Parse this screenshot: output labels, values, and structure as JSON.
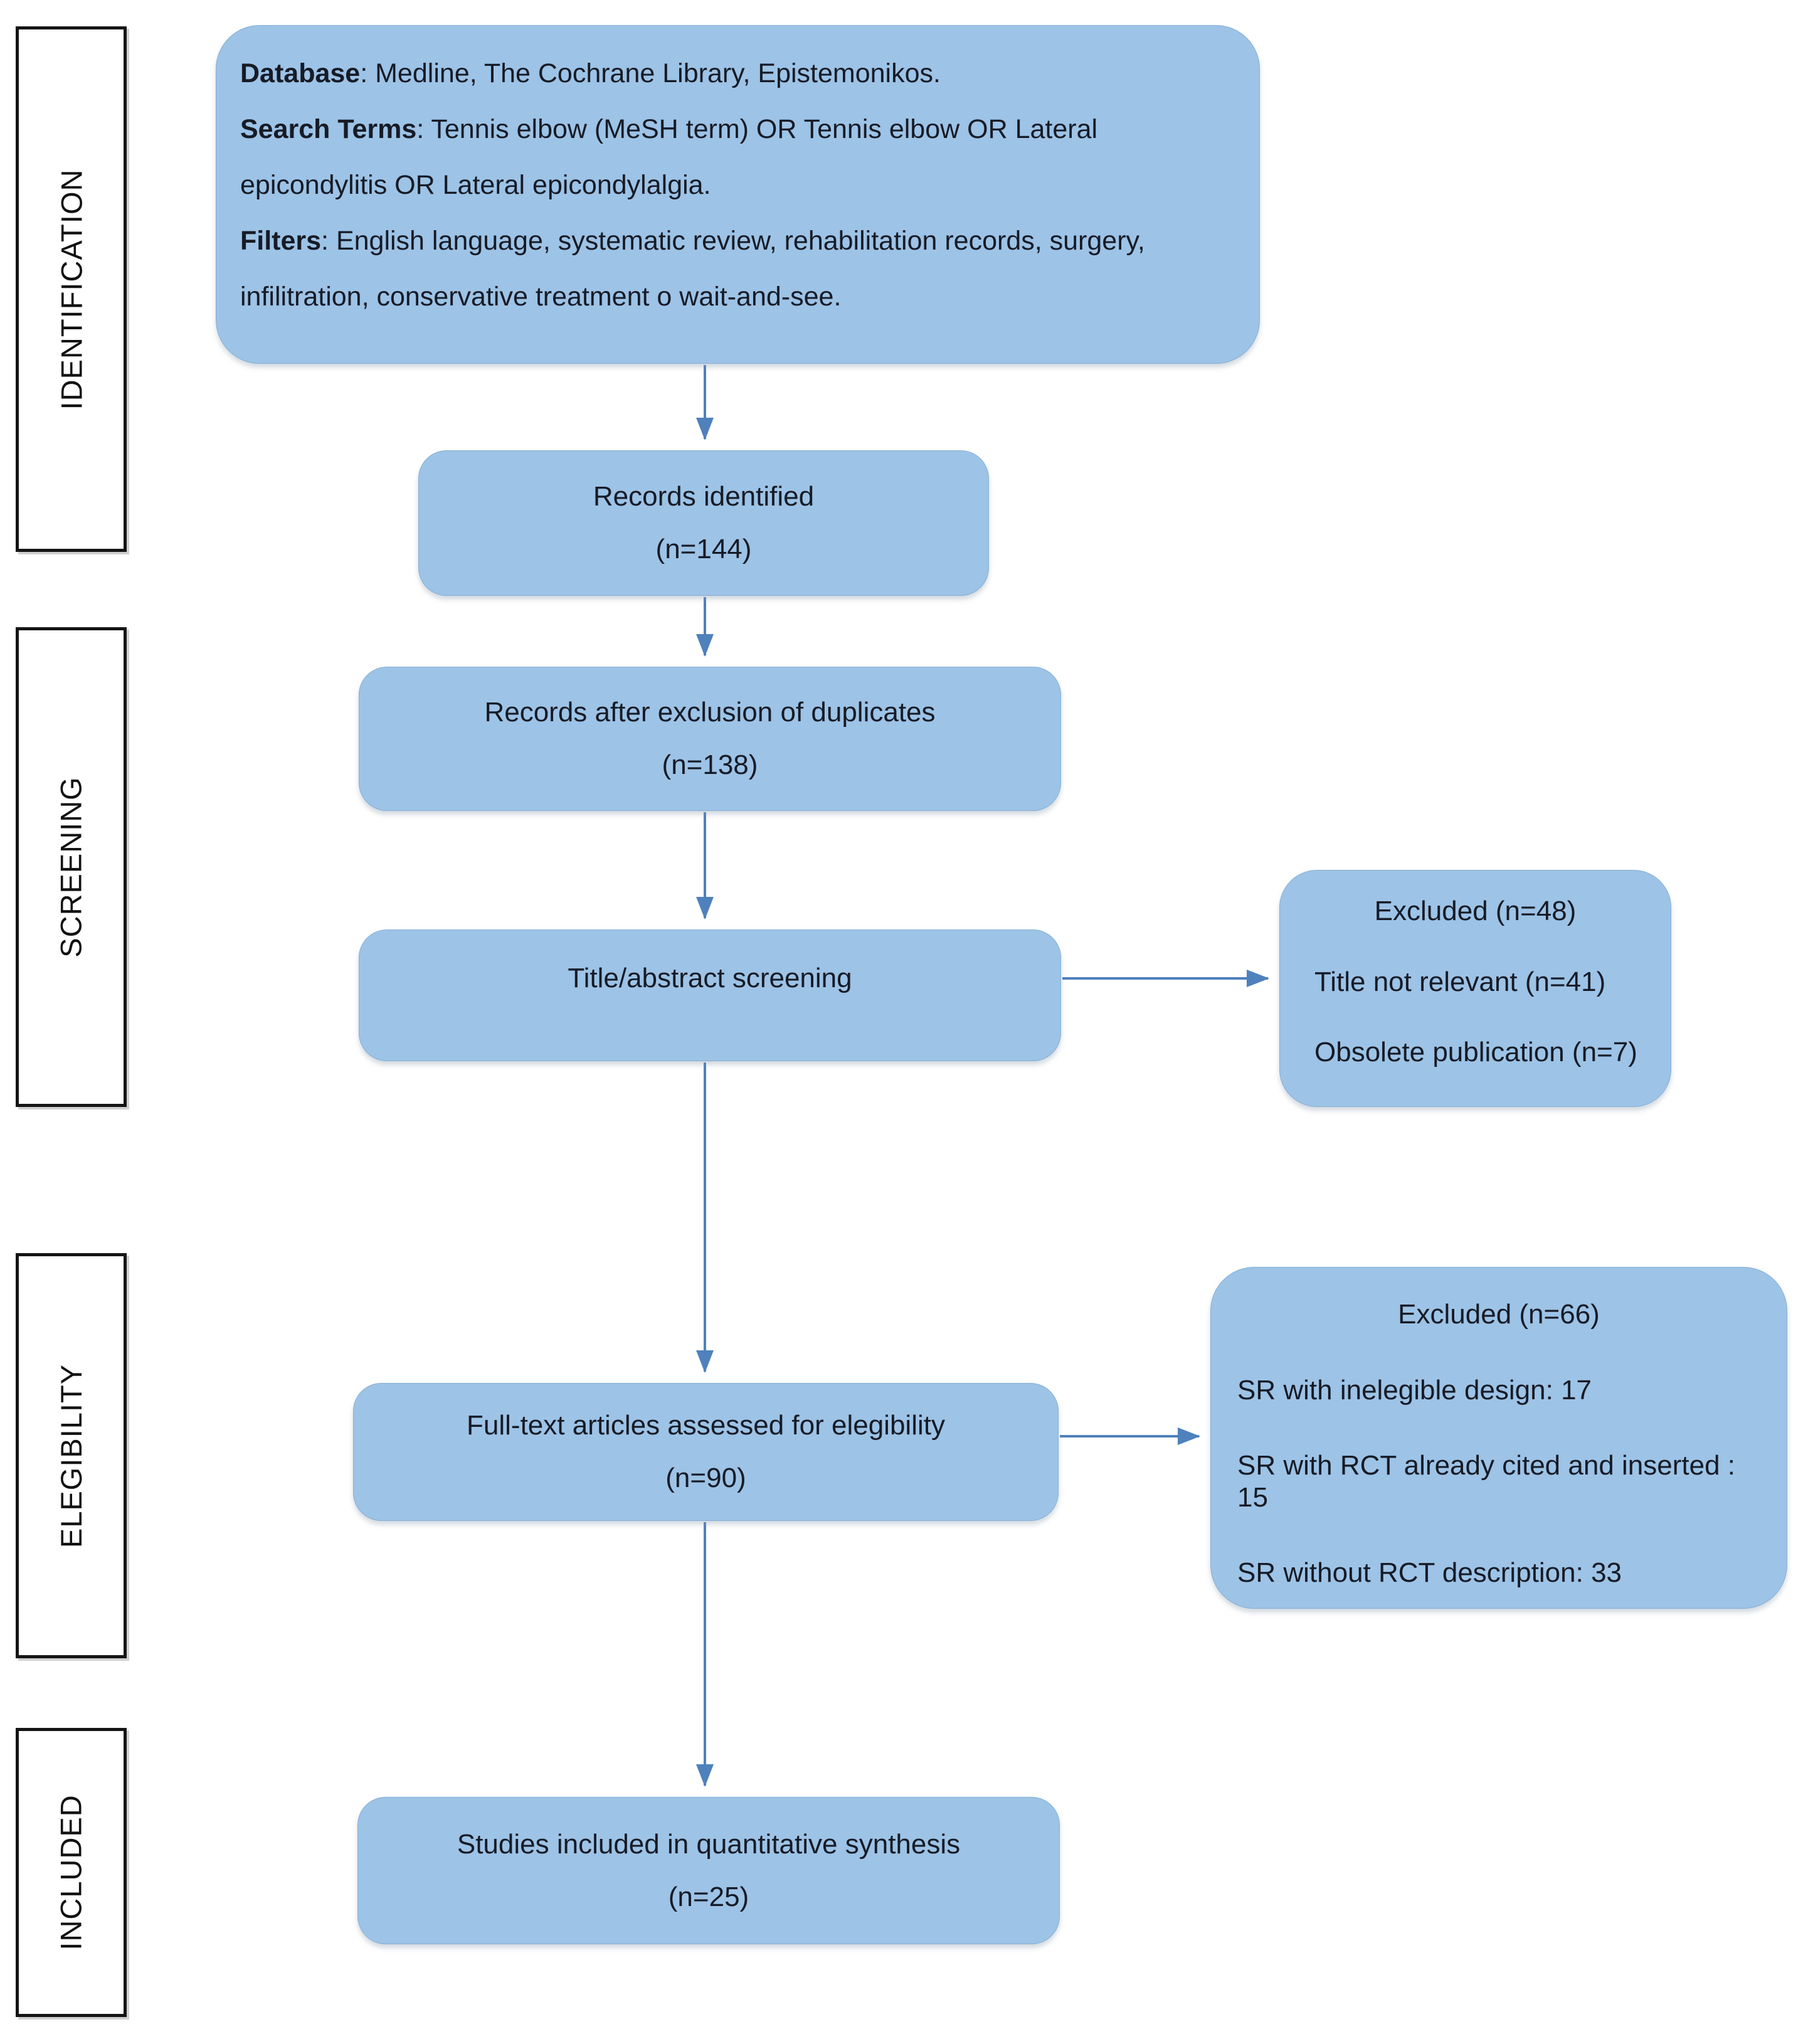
{
  "palette": {
    "box_fill": "#9DC3E6",
    "arrow": "#4F81BD",
    "stage_border": "#151515",
    "text": "#161b26"
  },
  "sidebar": {
    "stages": [
      {
        "label": "IDENTIFICATION"
      },
      {
        "label": "SCREENING"
      },
      {
        "label": "ELEGIBILITY"
      },
      {
        "label": "INCLUDED"
      }
    ]
  },
  "flow": {
    "search_strategy": {
      "database_label": "Database",
      "database_text": ": Medline, The Cochrane Library, Epistemonikos.",
      "terms_label": "Search Terms",
      "terms_text": ": Tennis elbow (MeSH term) OR Tennis elbow OR Lateral epicondylitis OR Lateral epicondylalgia.",
      "filters_label": "Filters",
      "filters_text": ": English language, systematic review, rehabilitation records, surgery, infilitration, conservative treatment o wait-and-see."
    },
    "records_identified": {
      "title": "Records identified",
      "count": "(n=144)"
    },
    "records_deduplicated": {
      "title": "Records after exclusion of duplicates",
      "count": "(n=138)"
    },
    "title_abstract_screening": {
      "title": "Title/abstract screening"
    },
    "excluded_screening": {
      "title": "Excluded (n=48)",
      "items": [
        "Title not relevant (n=41)",
        "Obsolete publication (n=7)"
      ]
    },
    "full_text_assessed": {
      "title": "Full-text articles assessed for elegibility",
      "count": "(n=90)"
    },
    "excluded_fulltext": {
      "title": "Excluded (n=66)",
      "items": [
        "SR with inelegible design: 17",
        "SR with RCT already cited and inserted : 15",
        "SR without RCT description: 33"
      ]
    },
    "included_quantitative": {
      "title": "Studies included in quantitative synthesis",
      "count": "(n=25)"
    }
  }
}
